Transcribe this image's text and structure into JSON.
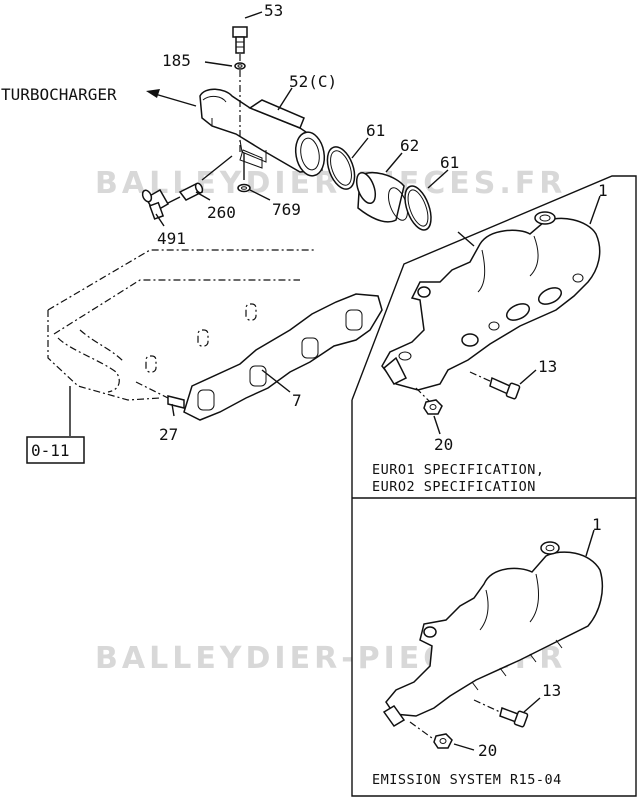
{
  "watermark": "BALLEYDIER-PIECES.FR",
  "labels": {
    "turbocharger": "TURBOCHARGER",
    "p53": "53",
    "p185": "185",
    "p52c": "52(C)",
    "p61a": "61",
    "p62": "62",
    "p61b": "61",
    "p260": "260",
    "p769": "769",
    "p491": "491",
    "p1a": "1",
    "p7": "7",
    "p27": "27",
    "p13a": "13",
    "p20a": "20",
    "p1b": "1",
    "p13b": "13",
    "p20b": "20",
    "ref": "0-11"
  },
  "panels": {
    "top_caption_line1": "EURO1 SPECIFICATION,",
    "top_caption_line2": "EURO2 SPECIFICATION",
    "bottom_caption": "EMISSION SYSTEM R15-04"
  }
}
